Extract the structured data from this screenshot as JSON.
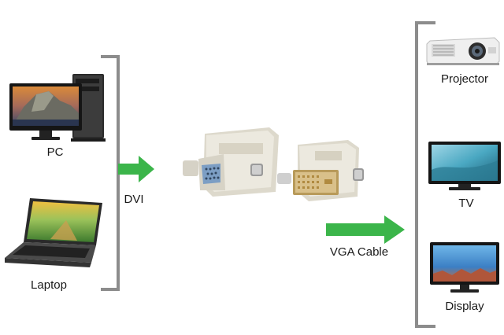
{
  "sources": {
    "pc": {
      "label": "PC",
      "icon": "desktop-pc-icon"
    },
    "laptop": {
      "label": "Laptop",
      "icon": "laptop-icon"
    }
  },
  "connections": {
    "input_label": "DVI",
    "output_label": "VGA Cable",
    "arrow_color": "#3bb54a"
  },
  "adapter": {
    "icon": "dvi-vga-adapter-icon",
    "body_color": "#ece9df"
  },
  "outputs": [
    {
      "label": "Projector",
      "icon": "projector-icon"
    },
    {
      "label": "TV",
      "icon": "tv-icon"
    },
    {
      "label": "Display",
      "icon": "monitor-icon"
    }
  ],
  "bracket_color": "#8c8c8c"
}
